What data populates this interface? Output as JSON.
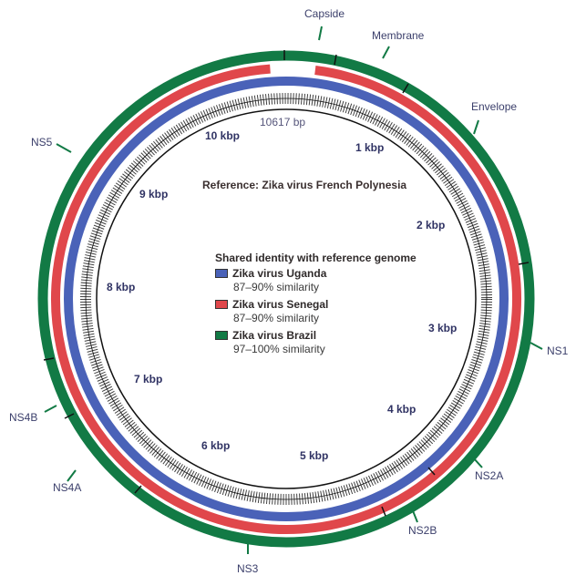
{
  "title": "Reference: Zika virus French Polynesia",
  "genome_length": "10617 bp",
  "colors": {
    "uganda": "#4a62b8",
    "senegal": "#e0474b",
    "brazil": "#127a45"
  },
  "legend": {
    "header": "Shared identity with reference genome",
    "items": [
      {
        "name": "Zika virus Uganda",
        "similarity": "87–90% similarity",
        "color": "#4a62b8"
      },
      {
        "name": "Zika virus Senegal",
        "similarity": "87–90% similarity",
        "color": "#e0474b"
      },
      {
        "name": "Zika virus Brazil",
        "similarity": "97–100% similarity",
        "color": "#127a45"
      }
    ]
  },
  "kbp_ticks": [
    "1 kbp",
    "2 kbp",
    "3 kbp",
    "4 kbp",
    "5 kbp",
    "6 kbp",
    "7 kbp",
    "8 kbp",
    "9 kbp",
    "10 kbp"
  ],
  "genes": [
    "Capside",
    "Membrane",
    "Envelope",
    "NS1",
    "NS2A",
    "NS2B",
    "NS3",
    "NS4A",
    "NS4B",
    "NS5"
  ]
}
